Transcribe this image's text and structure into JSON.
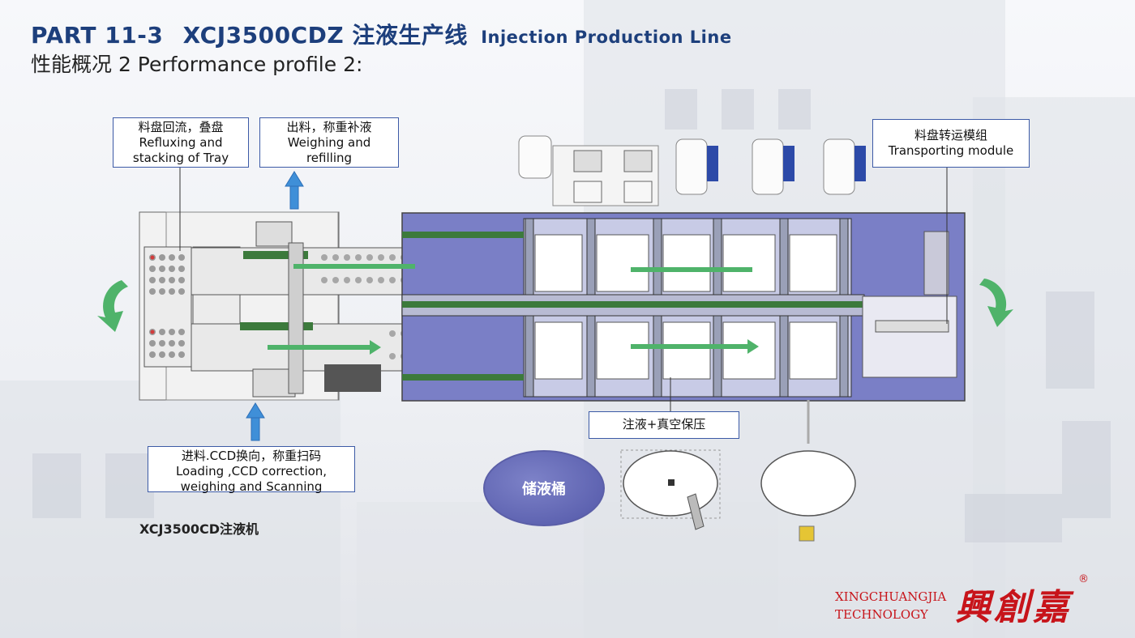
{
  "header": {
    "part": "PART 11-3",
    "model": "XCJ3500CDZ 注液生产线",
    "subtitle_en": "Injection Production Line",
    "line2": "性能概况 2  Performance profile 2:"
  },
  "callouts": {
    "reflux": {
      "zh": "料盘回流，叠盘",
      "en1": "Refluxing and",
      "en2": "stacking of Tray"
    },
    "discharge": {
      "zh": "出料，称重补液",
      "en1": "Weighing and",
      "en2": "refilling"
    },
    "transport": {
      "zh": "料盘转运模组",
      "en1": "Transporting module"
    },
    "inject": {
      "zh": "注液+真空保压"
    },
    "feeding": {
      "zh": "进料.CCD换向，称重扫码",
      "en1": "Loading ,CCD correction,",
      "en2": "weighing and Scanning"
    }
  },
  "tank_label": "储液桶",
  "model_label": "XCJ3500CD注液机",
  "logo": {
    "en1": "XINGCHUANGJIA",
    "en2": "TECHNOLOGY",
    "zh": "興創嘉",
    "reg": "®"
  },
  "colors": {
    "title_blue": "#1d3f7c",
    "callout_border": "#3c5aa6",
    "machine_panel": "#7a7fc6",
    "arrow_green": "#4fb36a",
    "arrow_blue": "#3f8fd8",
    "logo_red": "#c7141a"
  }
}
